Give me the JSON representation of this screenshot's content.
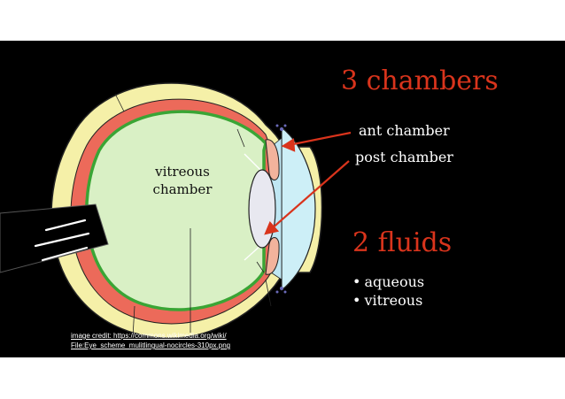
{
  "colors": {
    "background": "#000000",
    "accent_red": "#d9341c",
    "text_white": "#ffffff",
    "sclera": "#f5f0a8",
    "choroid": "#ec6a5a",
    "retina": "#3aa535",
    "vitreous": "#d9f0c5",
    "cornea_chamber": "#cdeff7",
    "lens": "#e8e8f0"
  },
  "diagram": {
    "vitreous_label": [
      "vitreous",
      "chamber"
    ]
  },
  "headings": {
    "chambers": "3 chambers",
    "fluids": "2 fluids"
  },
  "chamber_labels": {
    "anterior": "ant chamber",
    "posterior": "post chamber"
  },
  "fluids": [
    {
      "bullet": "•",
      "name": "aqueous"
    },
    {
      "bullet": "•",
      "name": "vitreous"
    }
  ],
  "credit": {
    "line1": "image credit: https://commons.wikimedia.org/wiki/",
    "line2": "File:Eye_scheme_mulitlingual-nocircles-310px.png"
  }
}
